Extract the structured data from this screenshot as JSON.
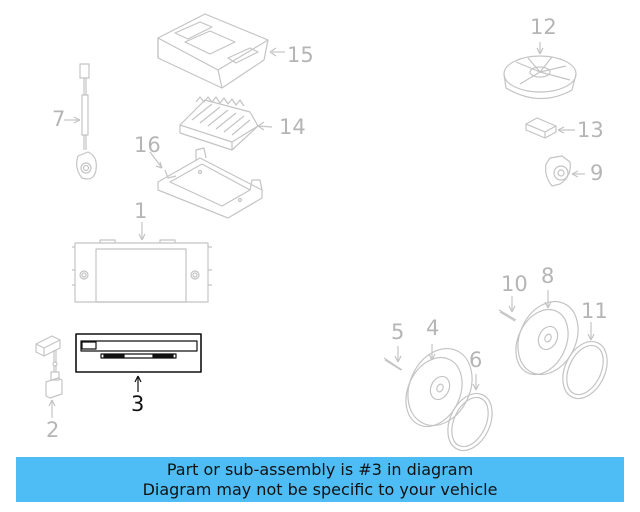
{
  "diagram": {
    "highlighted_part": "3",
    "colors": {
      "line": "#c4c4c4",
      "label": "#b5b5b5",
      "highlight": "#111111",
      "banner": "#4fbdf5"
    },
    "callouts": [
      {
        "id": "1",
        "label": "1"
      },
      {
        "id": "2",
        "label": "2"
      },
      {
        "id": "3",
        "label": "3"
      },
      {
        "id": "4",
        "label": "4"
      },
      {
        "id": "5",
        "label": "5"
      },
      {
        "id": "6",
        "label": "6"
      },
      {
        "id": "7",
        "label": "7"
      },
      {
        "id": "8",
        "label": "8"
      },
      {
        "id": "9",
        "label": "9"
      },
      {
        "id": "10",
        "label": "10"
      },
      {
        "id": "11",
        "label": "11"
      },
      {
        "id": "12",
        "label": "12"
      },
      {
        "id": "13",
        "label": "13"
      },
      {
        "id": "14",
        "label": "14"
      },
      {
        "id": "15",
        "label": "15"
      },
      {
        "id": "16",
        "label": "16"
      }
    ]
  },
  "banner": {
    "line1": "Part or sub-assembly is #3 in diagram",
    "line2": "Diagram may not be specific to your vehicle"
  }
}
